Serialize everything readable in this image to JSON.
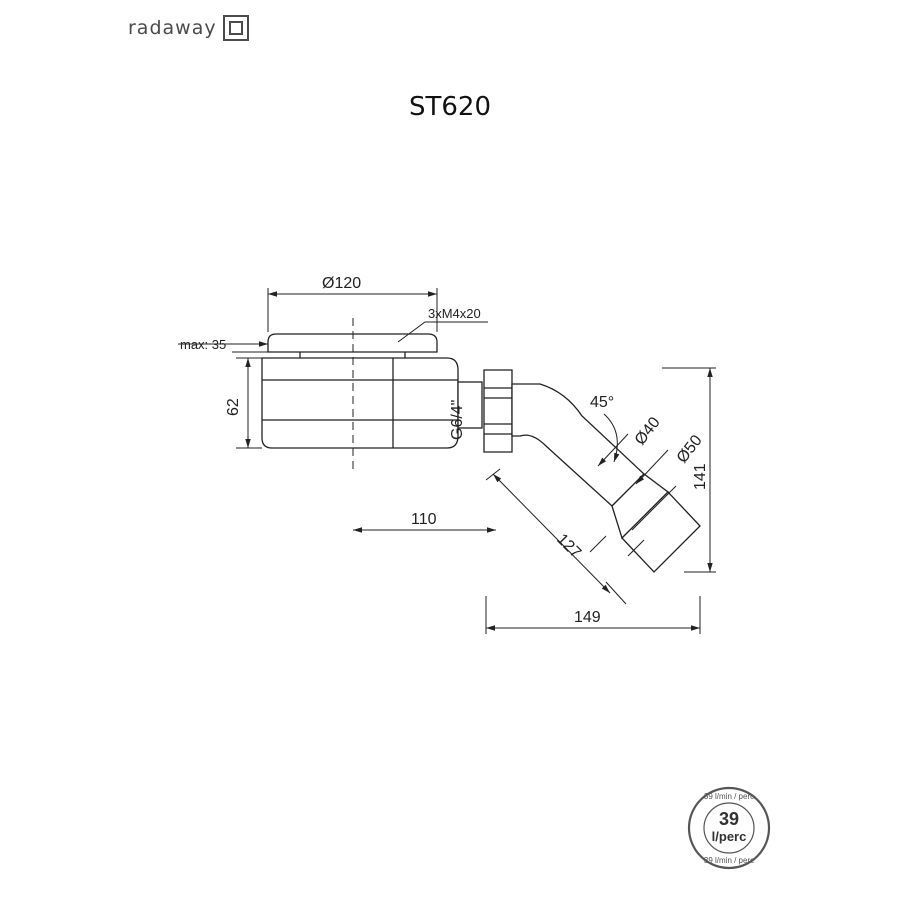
{
  "brand": {
    "name": "radaway"
  },
  "title": "ST620",
  "dimensions": {
    "cover_diameter": "Ø120",
    "screws": "3xM4x20",
    "max_height": "max: 35",
    "body_height": "62",
    "thread": "G6/4\"",
    "angle": "45°",
    "pipe_inner": "Ø40",
    "pipe_outer": "Ø50",
    "horizontal_offset": "110",
    "pipe_length": "127",
    "total_width": "149",
    "total_height": "141"
  },
  "flow_badge": {
    "value": "39",
    "unit": "l/perc",
    "ring_top": "39 l/min / perc",
    "ring_bottom": "39 l/min / perc"
  },
  "colors": {
    "line": "#222222",
    "fill": "#ffffff",
    "brand": "#4a4a4a"
  }
}
